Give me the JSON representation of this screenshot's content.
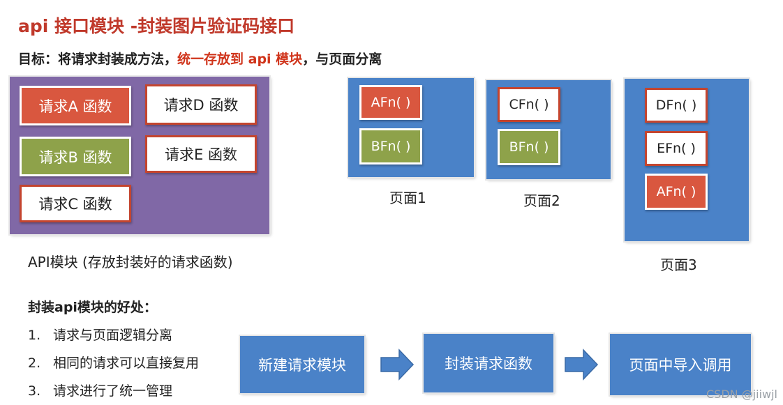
{
  "title": "api 接口模块 -封装图片验证码接口",
  "goal": {
    "prefix": "目标：将请求封装成方法，",
    "highlight": "统一存放到 api 模块",
    "suffix": "，与页面分离"
  },
  "api_module": {
    "functions": [
      {
        "label": "请求A 函数",
        "color": "#d9573f"
      },
      {
        "label": "请求B 函数",
        "color": "#8ea24a"
      },
      {
        "label": "请求C 函数",
        "color": "#ffffff"
      },
      {
        "label": "请求D 函数",
        "color": "#ffffff"
      },
      {
        "label": "请求E 函数",
        "color": "#ffffff"
      }
    ],
    "caption": "API模块 (存放封装好的请求函数)",
    "panel_color": "#8068a6"
  },
  "pages": [
    {
      "caption": "页面1",
      "fns": [
        "AFn( )",
        "BFn( )"
      ]
    },
    {
      "caption": "页面2",
      "fns": [
        "CFn( )",
        "BFn( )"
      ]
    },
    {
      "caption": "页面3",
      "fns": [
        "DFn( )",
        "EFn( )",
        "AFn( )"
      ]
    }
  ],
  "benefits": {
    "title": "封装api模块的好处：",
    "items": [
      {
        "num": "1.",
        "text": "请求与页面逻辑分离"
      },
      {
        "num": "2.",
        "text": "相同的请求可以直接复用"
      },
      {
        "num": "3.",
        "text": "请求进行了统一管理"
      }
    ]
  },
  "flow": [
    "新建请求模块",
    "封装请求函数",
    "页面中导入调用"
  ],
  "watermark": "CSDN @jiiwjl",
  "colors": {
    "blue": "#4a82c8",
    "red": "#d9573f",
    "green": "#8ea24a",
    "title_red": "#c0392b"
  }
}
